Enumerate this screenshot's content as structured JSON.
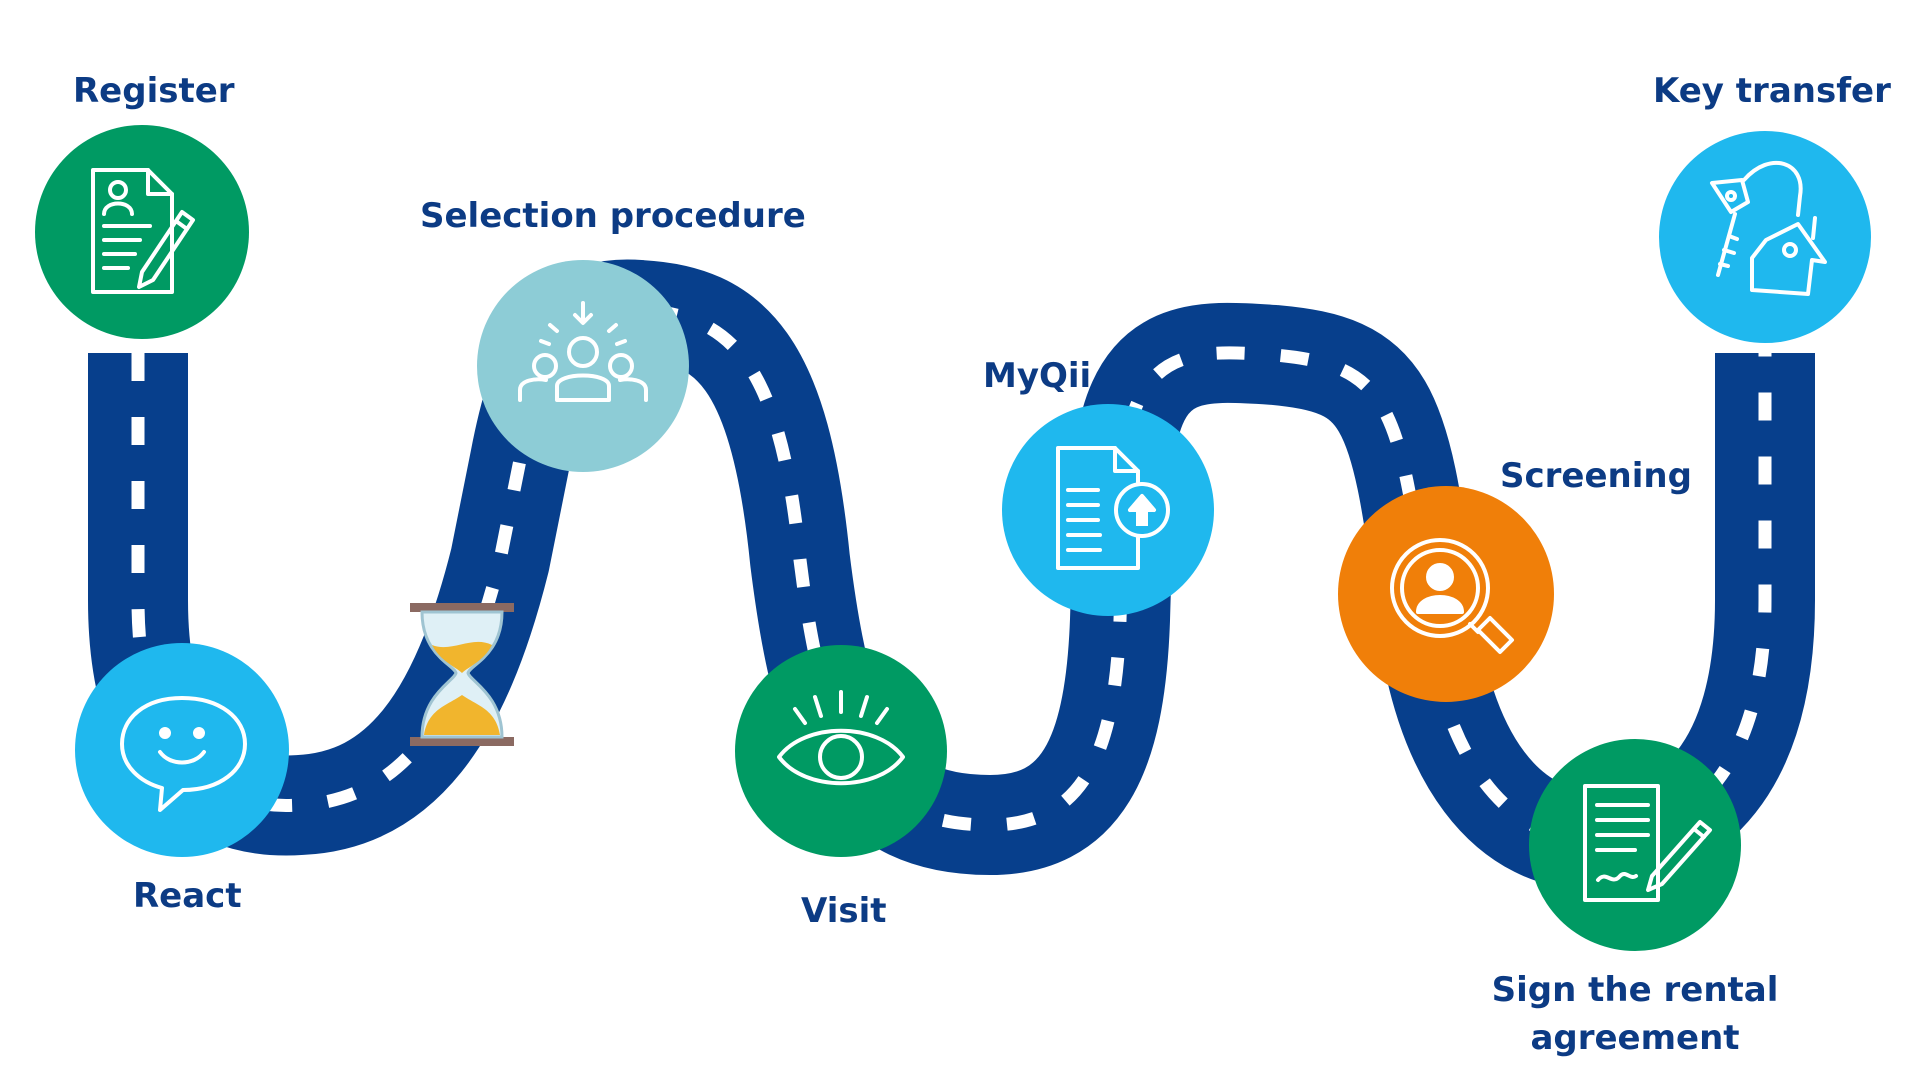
{
  "colors": {
    "road": "#073f8c",
    "dash": "#ffffff",
    "label": "#0c3b84",
    "green": "#009a63",
    "light_blue": "#1fb8ee",
    "teal": "#8dccd6",
    "orange": "#f07f09",
    "sand": "#f1b52d",
    "hourglass_frame": "#8b6a62"
  },
  "steps": {
    "register": {
      "label": "Register",
      "icon": "document-pencil-icon"
    },
    "react": {
      "label": "React",
      "icon": "smiley-speech-bubble-icon"
    },
    "selection": {
      "label": "Selection procedure",
      "icon": "group-selection-icon"
    },
    "visit": {
      "label": "Visit",
      "icon": "eye-icon"
    },
    "myqii": {
      "label": "MyQii",
      "icon": "document-upload-icon"
    },
    "screening": {
      "label": "Screening",
      "icon": "magnifier-person-icon"
    },
    "sign": {
      "label_line1": "Sign the rental",
      "label_line2": "agreement",
      "icon": "contract-signing-icon"
    },
    "key": {
      "label": "Key transfer",
      "icon": "key-house-icon"
    }
  },
  "decorations": {
    "hourglass": "hourglass-icon"
  }
}
